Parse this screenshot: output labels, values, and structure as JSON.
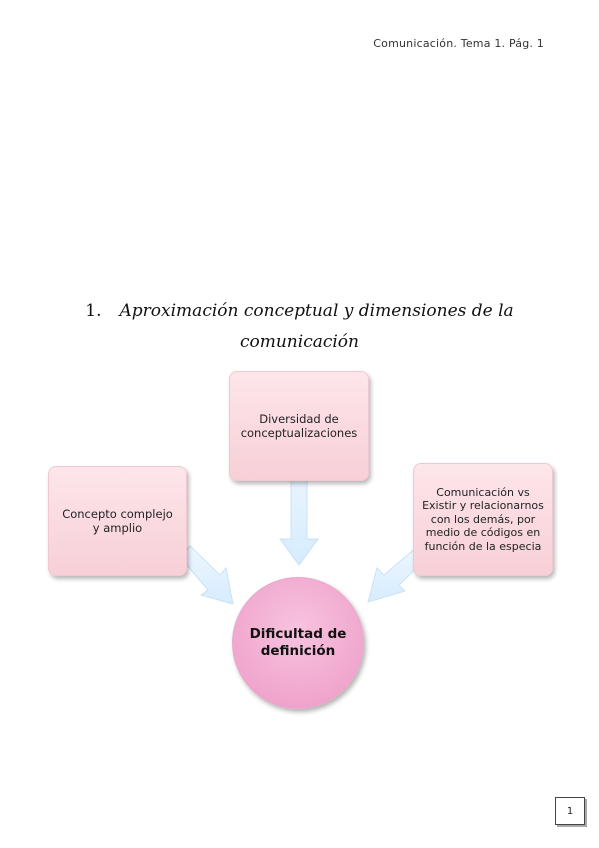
{
  "header": {
    "text": "Comunicación. Tema 1. Pág. 1"
  },
  "section": {
    "number": "1.",
    "title_line1": "Aproximación conceptual y dimensiones de la",
    "title_line2": "comunicación"
  },
  "diagram": {
    "center_box": "Diversidad de conceptualizaciones",
    "left_box": "Concepto complejo y amplio",
    "right_box": "Comunicación vs Existir y relacionarnos con los demás, por medio de códigos en función de la especia",
    "center_node": "Dificultad de definición"
  },
  "footer": {
    "page_number": "1"
  },
  "colors": {
    "box_fill": "#f7cfd7",
    "circle_fill": "#f0a6cd",
    "arrow_fill": "#dcefff"
  }
}
